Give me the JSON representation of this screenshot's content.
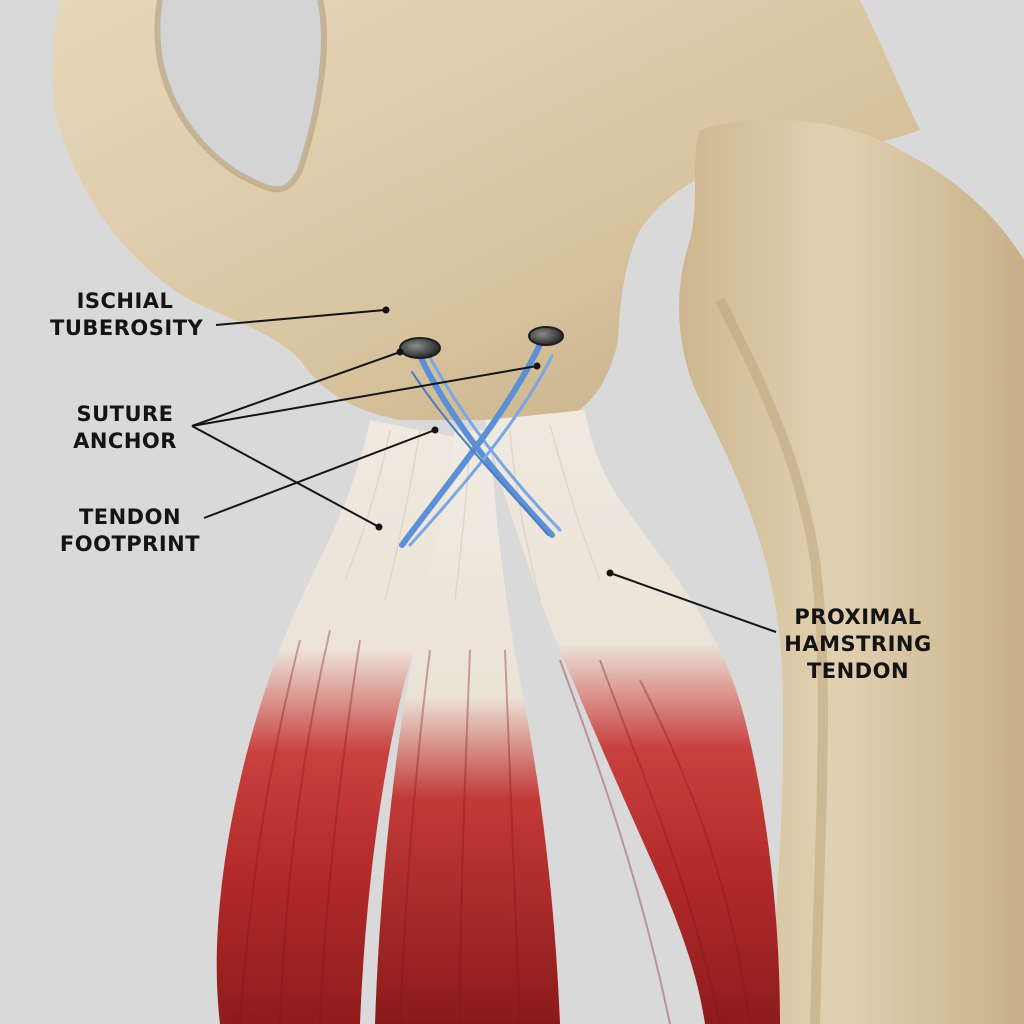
{
  "colors": {
    "background": "#d9d9d9",
    "bone": "#dcc9a6",
    "bone_shadow": "#b9a37c",
    "tendon": "#ece6dc",
    "muscle": "#b32a2a",
    "muscle_dark": "#7e1717",
    "suture": "#5b8fd6",
    "anchor": "#3a3a3a",
    "leader_line": "#141414"
  },
  "labels": {
    "ischial_tuberosity": {
      "line1": "ISCHIAL",
      "line2": "TUBEROSITY"
    },
    "suture_anchor": {
      "line1": "SUTURE",
      "line2": "ANCHOR"
    },
    "tendon_footprint": {
      "line1": "TENDON",
      "line2": "FOOTPRINT"
    },
    "proximal_hamstring_tendon": {
      "line1": "PROXIMAL",
      "line2": "HAMSTRING",
      "line3": "TENDON"
    }
  }
}
